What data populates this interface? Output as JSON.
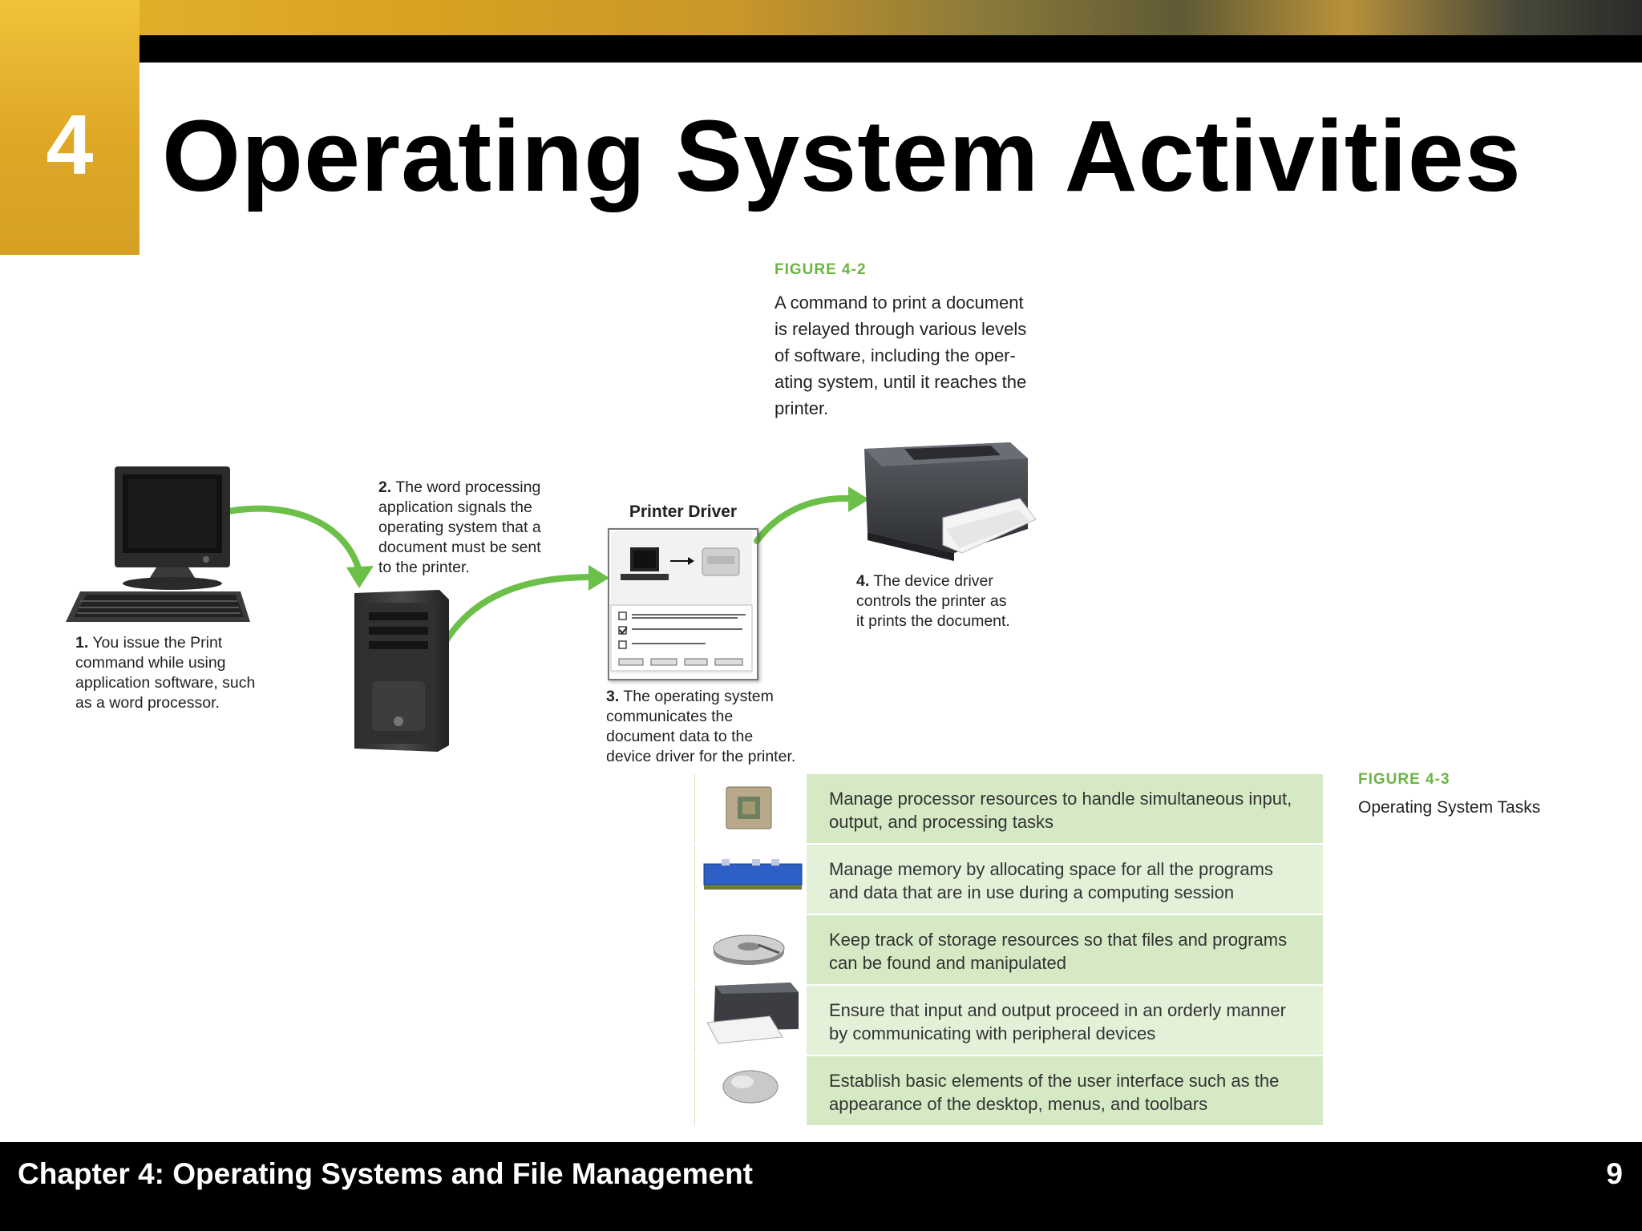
{
  "chapter_number": "4",
  "title": "Operating System Activities",
  "figure_4_2": {
    "label": "FIGURE 4-2",
    "caption": [
      "A command to print a document",
      "is relayed through various levels",
      "of software, including the oper-",
      "ating system, until it reaches the",
      "printer."
    ]
  },
  "steps": [
    {
      "number": "1.",
      "lines": [
        " You issue the Print",
        "command while using",
        "application software, such",
        "as a word processor."
      ]
    },
    {
      "number": "2.",
      "lines": [
        " The word processing",
        "application signals the",
        "operating system that a",
        "document must be sent",
        "to the printer."
      ]
    },
    {
      "number": "3.",
      "lines": [
        " The operating system",
        "communicates the",
        "document data to the",
        "device driver for the printer."
      ]
    },
    {
      "number": "4.",
      "lines": [
        " The device driver",
        "controls the printer as",
        "it prints the document."
      ]
    }
  ],
  "printer_driver_label": "Printer Driver",
  "figure_4_3": {
    "label": "FIGURE 4-3",
    "caption": "Operating System Tasks"
  },
  "tasks": [
    {
      "icon": "processor-chip-icon",
      "lines": [
        "Manage processor resources to handle simultaneous input,",
        "output, and processing tasks"
      ]
    },
    {
      "icon": "memory-module-icon",
      "lines": [
        "Manage memory by allocating space for all the programs",
        "and data that are in use during a computing session"
      ]
    },
    {
      "icon": "hard-drive-icon",
      "lines": [
        "Keep track of storage resources so that files and programs",
        "can be found and manipulated"
      ]
    },
    {
      "icon": "printer-icon",
      "lines": [
        "Ensure that input and output proceed in an orderly manner",
        "by communicating with peripheral devices"
      ]
    },
    {
      "icon": "mouse-icon",
      "lines": [
        "Establish basic elements of the user interface such as the",
        "appearance of the desktop, menus, and toolbars"
      ]
    }
  ],
  "footer": {
    "title": "Chapter 4: Operating Systems and File Management",
    "page": "9"
  }
}
